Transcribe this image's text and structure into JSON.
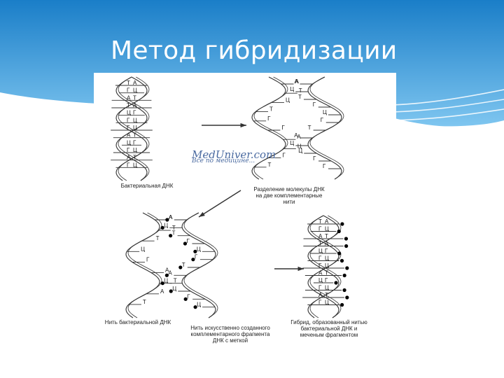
{
  "slide": {
    "title": "Метод гибридизации"
  },
  "colors": {
    "header_top": "#1a7ec8",
    "header_bottom": "#7fc6f0",
    "strand": "#333333",
    "label_mark": "#000000"
  },
  "figure": {
    "watermark": "MedUniver.com",
    "watermark_sub": "Все по медицине...",
    "caption_bacterial_dna": "Бактериальная ДНК",
    "caption_separation": [
      "Разделение молекулы ДНК",
      "на две комплементарные",
      "нити"
    ],
    "caption_bacterial_strand": "Нить бактериальной ДНК",
    "caption_artificial": [
      "Нить искусственно созданного",
      "комплементарного фрагмента",
      "ДНК с меткой"
    ],
    "caption_hybrid": [
      "Гибрид, образованный нитью",
      "бактериальной ДНК и",
      "меченым фрагментом"
    ],
    "bases": {
      "helix1": [
        [
          "Т",
          "А"
        ],
        [
          "Г",
          "Ц"
        ],
        [
          "А",
          "Т"
        ],
        [
          "Т",
          "А"
        ],
        [
          "Ц",
          "Г"
        ],
        [
          "Г",
          "Ц"
        ],
        [
          "Г",
          "Ц"
        ],
        [
          "А",
          "Т"
        ],
        [
          "Ц",
          "Г"
        ],
        [
          "Г",
          "Ц"
        ],
        [
          "А",
          "Т"
        ],
        [
          "Г",
          "Ц"
        ]
      ],
      "strandA": [
        "А",
        "Т",
        "Ц",
        "Т",
        "Г",
        "Г",
        "А",
        "Ц",
        "Г",
        "Т"
      ],
      "strandB": [
        "А",
        "Ц",
        "Т",
        "Г",
        "Ц",
        "Г",
        "Т",
        "А",
        "Ц",
        "Ц",
        "Г",
        "Г"
      ],
      "strandC": [
        "А",
        "Т",
        "Т",
        "Ц",
        "Г",
        "А",
        "Т",
        "А",
        "Т"
      ],
      "strandD": [
        "А",
        "Ц",
        "Т",
        "Г",
        "Ц",
        "Г",
        "Т",
        "А",
        "Ц",
        "Ц",
        "Г",
        "Ц"
      ],
      "helix2": [
        [
          "Т",
          "А"
        ],
        [
          "Г",
          "Ц"
        ],
        [
          "А",
          "Т"
        ],
        [
          "Т",
          "А"
        ],
        [
          "Ц",
          "Г"
        ],
        [
          "Г",
          "Ц"
        ],
        [
          "Г",
          "Ц"
        ],
        [
          "А",
          "Т"
        ],
        [
          "Ц",
          "Г"
        ],
        [
          "Г",
          "Ц"
        ],
        [
          "А",
          "Т"
        ],
        [
          "Г",
          "Ц"
        ]
      ]
    }
  }
}
